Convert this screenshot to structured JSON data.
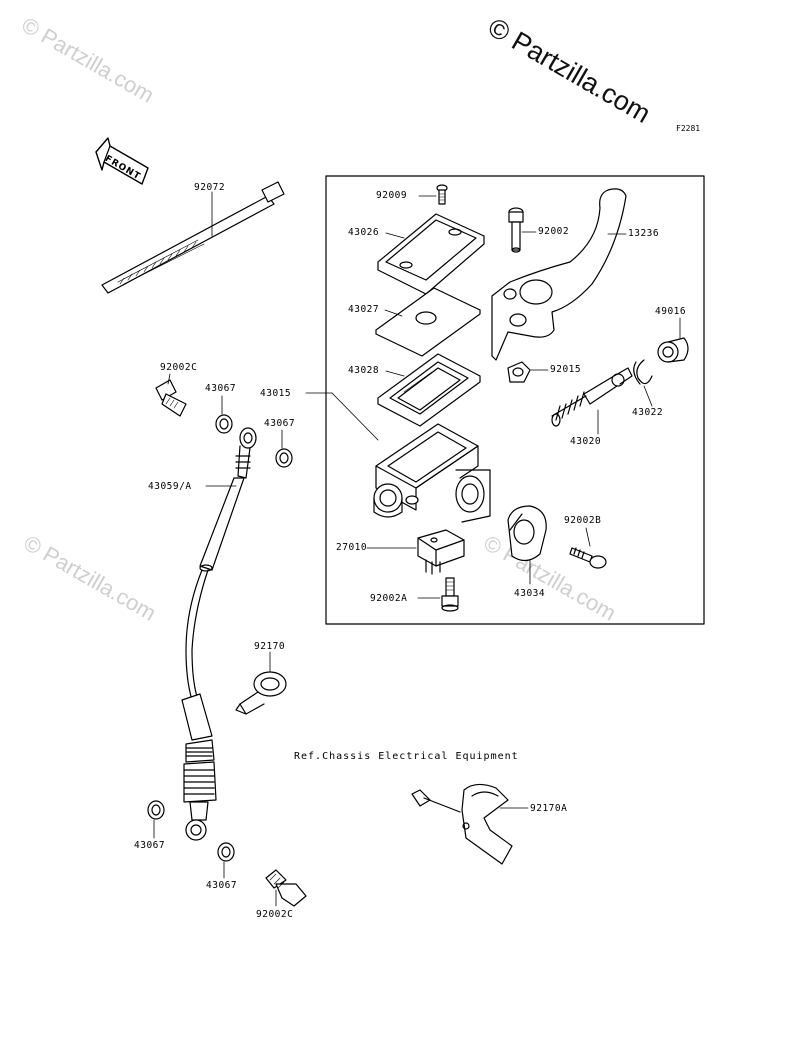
{
  "watermark": {
    "main": "© Partzilla.com",
    "faint": "© Partzilla.com"
  },
  "figure_code": "F2281",
  "front_label": "FRONT",
  "reference_note": "Ref.Chassis Electrical Equipment",
  "parts": {
    "p92072": "92072",
    "p92009": "92009",
    "p43026": "43026",
    "p92002": "92002",
    "p13236": "13236",
    "p43027": "43027",
    "p49016": "49016",
    "p92002c_top": "92002C",
    "p43067_a": "43067",
    "p43028": "43028",
    "p92015": "92015",
    "p43015": "43015",
    "p43022": "43022",
    "p43067_b": "43067",
    "p43020": "43020",
    "p43059a": "43059/A",
    "p92002b": "92002B",
    "p27010": "27010",
    "p43034": "43034",
    "p92002a": "92002A",
    "p92170": "92170",
    "p92170a": "92170A",
    "p43067_c": "43067",
    "p43067_d": "43067",
    "p92002c_bot": "92002C"
  },
  "colors": {
    "line": "#000000",
    "watermark": "#cfcfcf",
    "background": "#ffffff"
  }
}
